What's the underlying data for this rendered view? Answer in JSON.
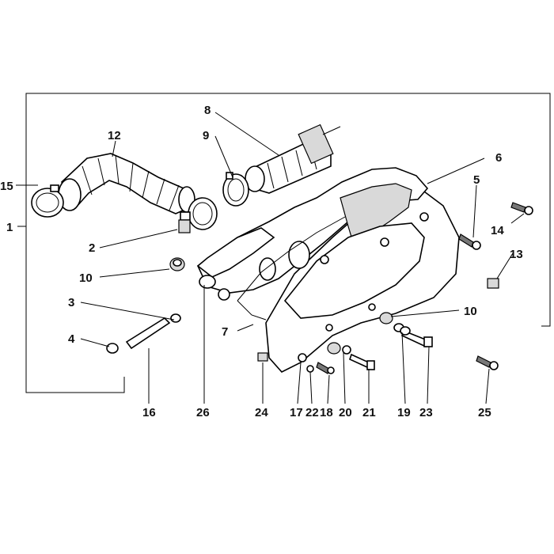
{
  "callouts": [
    {
      "id": "c1",
      "text": "1"
    },
    {
      "id": "c2",
      "text": "2"
    },
    {
      "id": "c3",
      "text": "3"
    },
    {
      "id": "c4",
      "text": "4"
    },
    {
      "id": "c5",
      "text": "5"
    },
    {
      "id": "c6",
      "text": "6"
    },
    {
      "id": "c7",
      "text": "7"
    },
    {
      "id": "c8",
      "text": "8"
    },
    {
      "id": "c9",
      "text": "9"
    },
    {
      "id": "c10a",
      "text": "10"
    },
    {
      "id": "c10b",
      "text": "10"
    },
    {
      "id": "c12",
      "text": "12"
    },
    {
      "id": "c13",
      "text": "13"
    },
    {
      "id": "c14",
      "text": "14"
    },
    {
      "id": "c15",
      "text": "15"
    },
    {
      "id": "c16",
      "text": "16"
    },
    {
      "id": "c17",
      "text": "17"
    },
    {
      "id": "c18",
      "text": "18"
    },
    {
      "id": "c19",
      "text": "19"
    },
    {
      "id": "c20",
      "text": "20"
    },
    {
      "id": "c21",
      "text": "21"
    },
    {
      "id": "c22",
      "text": "22"
    },
    {
      "id": "c23",
      "text": "23"
    },
    {
      "id": "c24",
      "text": "24"
    },
    {
      "id": "c25",
      "text": "25"
    },
    {
      "id": "c26",
      "text": "26"
    }
  ]
}
